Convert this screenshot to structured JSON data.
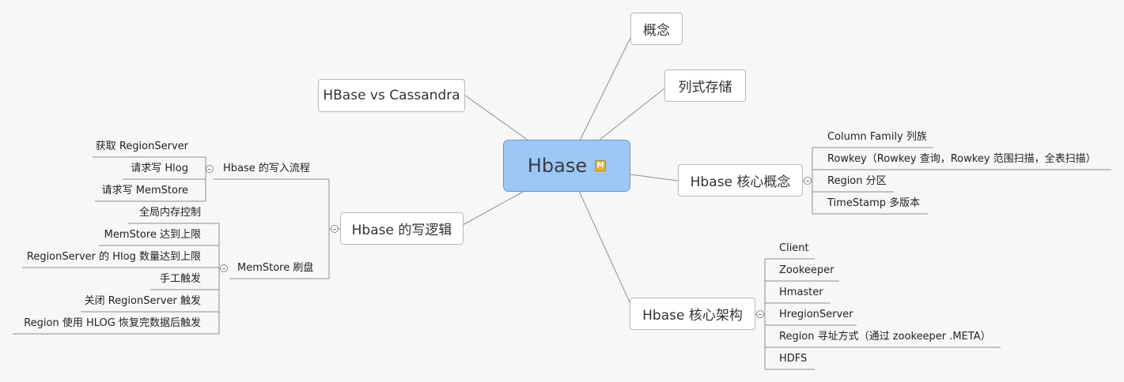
{
  "root": {
    "label": "Hbase",
    "marker": "M",
    "marker_icon": "flag-m-icon"
  },
  "topics": {
    "concept": "概念",
    "columnar": "列式存储",
    "vs": "HBase vs Cassandra",
    "core_concepts": {
      "label": "Hbase 核心概念",
      "items": [
        "Column Family 列族",
        "Rowkey（Rowkey 查询，Rowkey 范围扫描，全表扫描）",
        "Region 分区",
        "TimeStamp 多版本"
      ]
    },
    "architecture": {
      "label": "Hbase 核心架构",
      "items": [
        "Client",
        "Zookeeper",
        "Hmaster",
        "HregionServer",
        "Region 寻址方式（通过 zookeeper .META）",
        "HDFS"
      ]
    },
    "write_logic": {
      "label": "Hbase 的写逻辑",
      "write_flow": {
        "label": "Hbase 的写入流程",
        "items": [
          "获取 RegionServer",
          "请求写 Hlog",
          "请求写 MemStore"
        ]
      },
      "flush": {
        "label": "MemStore 刷盘",
        "items": [
          "全局内存控制",
          "MemStore 达到上限",
          "RegionServer 的 Hlog 数量达到上限",
          "手工触发",
          "关闭 RegionServer 触发",
          "Region 使用 HLOG 恢复完数据后触发"
        ]
      }
    }
  },
  "colors": {
    "root_fill": "#9cc8f8",
    "line": "#8f8f8f",
    "background": "#f7f7f7"
  }
}
